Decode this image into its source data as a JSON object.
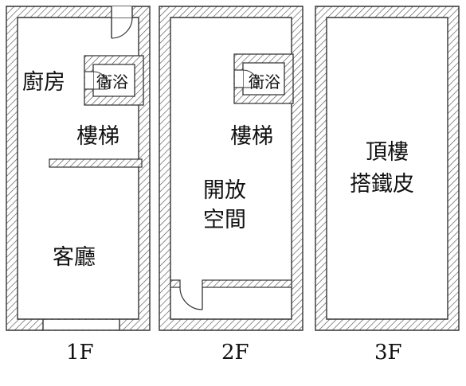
{
  "floors": [
    {
      "label": "1F",
      "rooms": {
        "kitchen": "廚房",
        "bathroom": "衛浴",
        "stairs": "樓梯",
        "living": "客廳"
      }
    },
    {
      "label": "2F",
      "rooms": {
        "bathroom": "衛浴",
        "stairs": "樓梯",
        "open_line1": "開放",
        "open_line2": "空間"
      }
    },
    {
      "label": "3F",
      "rooms": {
        "rooftop_line1": "頂樓",
        "rooftop_line2": "搭鐵皮"
      }
    }
  ],
  "colors": {
    "wall_line": "#333333",
    "hatch": "#555555",
    "background": "#ffffff"
  }
}
